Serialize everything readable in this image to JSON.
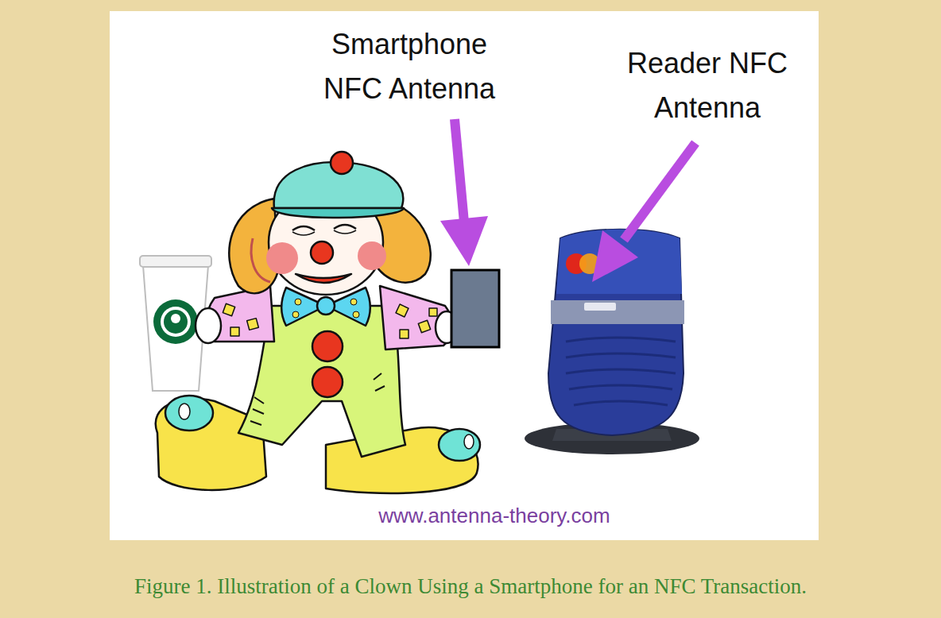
{
  "diagram": {
    "caption": "Figure 1. Illustration of a Clown Using a Smartphone for an NFC Transaction.",
    "labels": [
      "Smartphone NFC Antenna",
      "Reader NFC Antenna",
      "www.antenna-theory.com"
    ]
  }
}
